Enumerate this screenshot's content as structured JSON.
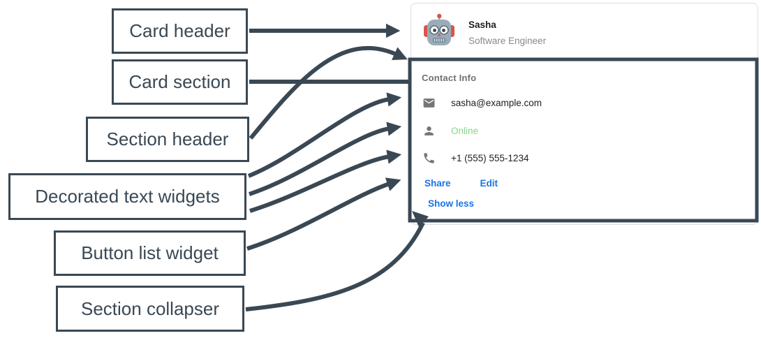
{
  "colors": {
    "annotation_dark": "#3a4854",
    "link_blue": "#1a73e8",
    "online_green": "#87d687",
    "icon_gray": "#757575",
    "card_border": "#dadce0"
  },
  "annotations": {
    "labels": [
      {
        "id": "card-header",
        "text": "Card header"
      },
      {
        "id": "card-section",
        "text": "Card section"
      },
      {
        "id": "section-header",
        "text": "Section header"
      },
      {
        "id": "decorated-text-widgets",
        "text": "Decorated text widgets"
      },
      {
        "id": "button-list-widget",
        "text": "Button list widget"
      },
      {
        "id": "section-collapser",
        "text": "Section collapser"
      }
    ]
  },
  "card": {
    "header": {
      "title": "Sasha",
      "subtitle": "Software Engineer",
      "avatar_icon": "robot-avatar"
    },
    "section": {
      "title": "Contact Info",
      "decorated_text": [
        {
          "icon": "email-icon",
          "text": "sasha@example.com"
        },
        {
          "icon": "person-icon",
          "text": "Online"
        },
        {
          "icon": "phone-icon",
          "text": "+1 (555) 555-1234"
        }
      ],
      "button_list": [
        {
          "label": "Share"
        },
        {
          "label": "Edit"
        }
      ],
      "collapser": {
        "label": "Show less"
      }
    }
  }
}
